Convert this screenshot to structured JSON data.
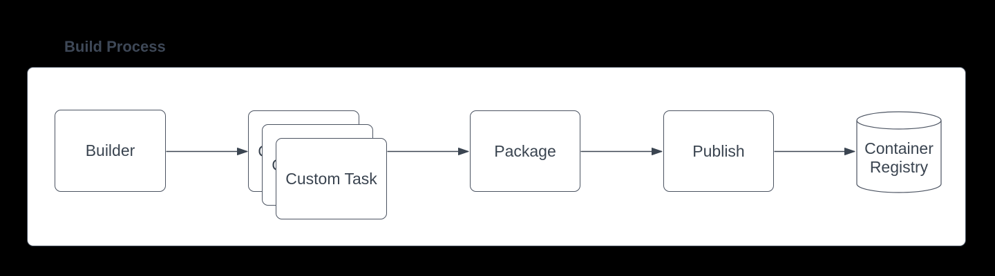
{
  "title": "Build Process",
  "diagram": {
    "type": "flowchart",
    "nodes": [
      {
        "id": "builder",
        "label": "Builder",
        "shape": "rounded-rect"
      },
      {
        "id": "custom_task",
        "label": "Custom Task",
        "shape": "stacked-rounded-rect",
        "stack_count": 3
      },
      {
        "id": "package",
        "label": "Package",
        "shape": "rounded-rect"
      },
      {
        "id": "publish",
        "label": "Publish",
        "shape": "rounded-rect"
      },
      {
        "id": "container_registry",
        "label": "Container Registry",
        "shape": "cylinder"
      }
    ],
    "edges": [
      {
        "from": "builder",
        "to": "custom_task",
        "arrow": "filled-triangle"
      },
      {
        "from": "custom_task",
        "to": "package",
        "arrow": "filled-triangle"
      },
      {
        "from": "package",
        "to": "publish",
        "arrow": "filled-triangle"
      },
      {
        "from": "publish",
        "to": "container_registry",
        "arrow": "filled-triangle"
      }
    ]
  },
  "colors": {
    "page_background": "#000000",
    "canvas_background": "#ffffff",
    "canvas_border": "#47515f",
    "node_border": "#4a5260",
    "node_text": "#3a4450",
    "title_text": "#3e4857",
    "arrow": "#3b4551"
  }
}
